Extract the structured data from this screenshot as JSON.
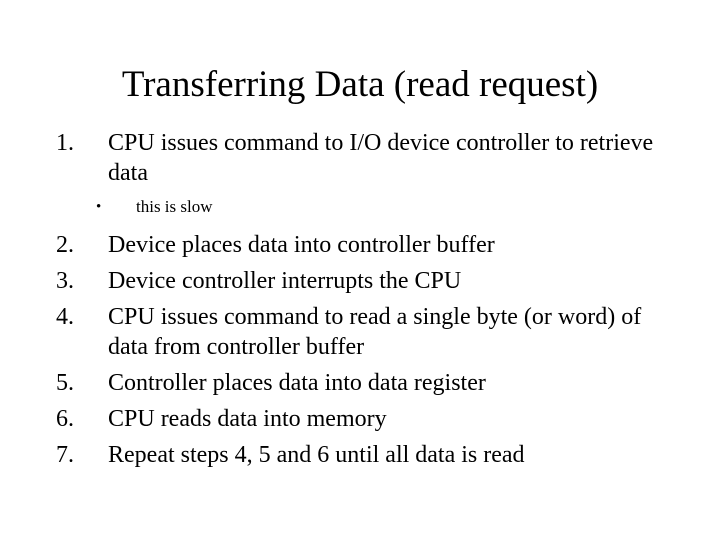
{
  "slide": {
    "title": "Transferring Data (read request)",
    "background_color": "#ffffff",
    "text_color": "#000000",
    "items": [
      {
        "marker": "1.",
        "text": "CPU issues command to I/O device controller to retrieve data"
      },
      {
        "marker": "2.",
        "text": "Device places data into controller buffer"
      },
      {
        "marker": "3.",
        "text": "Device controller interrupts the CPU"
      },
      {
        "marker": "4.",
        "text": "CPU issues command to read a single byte (or word) of data from controller buffer"
      },
      {
        "marker": "5.",
        "text": "Controller places data into data register"
      },
      {
        "marker": "6.",
        "text": "CPU reads data into memory"
      },
      {
        "marker": "7.",
        "text": "Repeat steps 4, 5 and 6 until all data is read"
      }
    ],
    "sub_bullet": {
      "marker": "•",
      "text": "this is slow"
    }
  }
}
